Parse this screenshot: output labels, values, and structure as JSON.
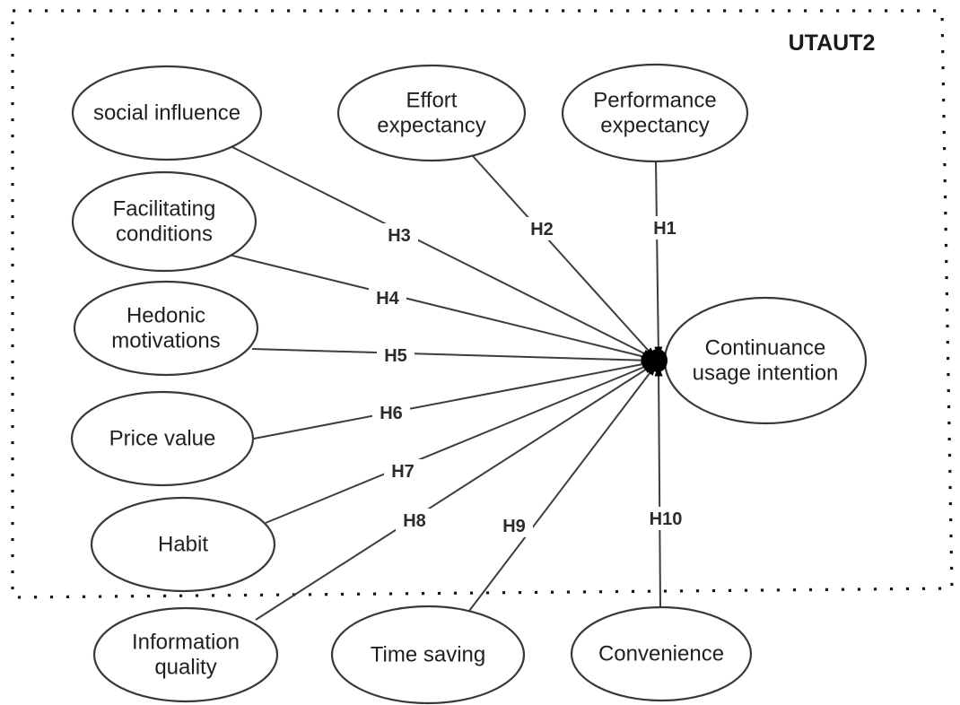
{
  "diagram": {
    "frame_label": "UTAUT2",
    "colors": {
      "stroke": "#383838",
      "text": "#1f1f1f",
      "background": "#ffffff"
    },
    "nodes": [
      {
        "id": "social-influence",
        "lines": [
          "social influence"
        ]
      },
      {
        "id": "effort-expectancy",
        "lines": [
          "Effort",
          "expectancy"
        ]
      },
      {
        "id": "performance-expectancy",
        "lines": [
          "Performance",
          "expectancy"
        ]
      },
      {
        "id": "facilitating-conditions",
        "lines": [
          "Facilitating",
          "conditions"
        ]
      },
      {
        "id": "hedonic-motivations",
        "lines": [
          "Hedonic",
          "motivations"
        ]
      },
      {
        "id": "price-value",
        "lines": [
          "Price value"
        ]
      },
      {
        "id": "habit",
        "lines": [
          "Habit"
        ]
      },
      {
        "id": "information-quality",
        "lines": [
          "Information",
          "quality"
        ]
      },
      {
        "id": "time-saving",
        "lines": [
          "Time saving"
        ]
      },
      {
        "id": "convenience",
        "lines": [
          "Convenience"
        ]
      },
      {
        "id": "continuance-usage-intention",
        "lines": [
          "Continuance",
          "usage intention"
        ]
      }
    ],
    "edges": [
      {
        "label": "H1",
        "from": "Performance expectancy",
        "to": "Continuance usage intention"
      },
      {
        "label": "H2",
        "from": "Effort expectancy",
        "to": "Continuance usage intention"
      },
      {
        "label": "H3",
        "from": "social influence",
        "to": "Continuance usage intention"
      },
      {
        "label": "H4",
        "from": "Facilitating conditions",
        "to": "Continuance usage intention"
      },
      {
        "label": "H5",
        "from": "Hedonic motivations",
        "to": "Continuance usage intention"
      },
      {
        "label": "H6",
        "from": "Price value",
        "to": "Continuance usage intention"
      },
      {
        "label": "H7",
        "from": "Habit",
        "to": "Continuance usage intention"
      },
      {
        "label": "H8",
        "from": "Information quality",
        "to": "Continuance usage intention"
      },
      {
        "label": "H9",
        "from": "Time saving",
        "to": "Continuance usage intention"
      },
      {
        "label": "H10",
        "from": "Convenience",
        "to": "Continuance usage intention"
      }
    ]
  }
}
